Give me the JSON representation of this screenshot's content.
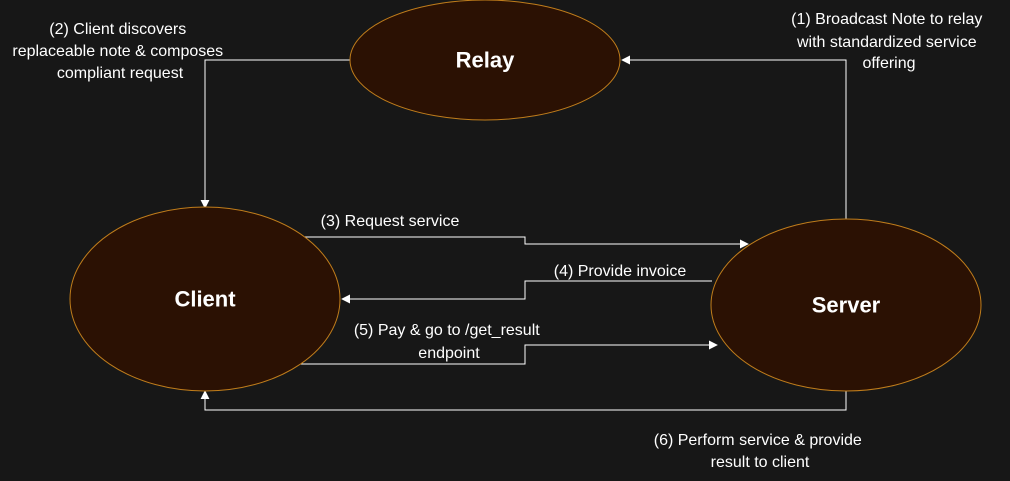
{
  "nodes": {
    "relay": {
      "label": "Relay"
    },
    "client": {
      "label": "Client"
    },
    "server": {
      "label": "Server"
    }
  },
  "edges": {
    "broadcast": {
      "lines": [
        "(1) Broadcast Note to relay",
        "with standardized service",
        "offering"
      ]
    },
    "discover": {
      "lines": [
        "(2) Client discovers",
        "replaceable note & composes",
        "compliant request"
      ]
    },
    "request": {
      "lines": [
        "(3) Request service"
      ]
    },
    "invoice": {
      "lines": [
        "(4) Provide invoice"
      ]
    },
    "pay": {
      "lines": [
        "(5) Pay & go to /get_result",
        "endpoint"
      ]
    },
    "perform": {
      "lines": [
        "(6) Perform service & provide",
        "result to client"
      ]
    }
  },
  "colors": {
    "background": "#171717",
    "node_fill": "#2b1103",
    "node_stroke": "#c07d1b",
    "edge": "#ffffff",
    "text": "#ffffff"
  }
}
